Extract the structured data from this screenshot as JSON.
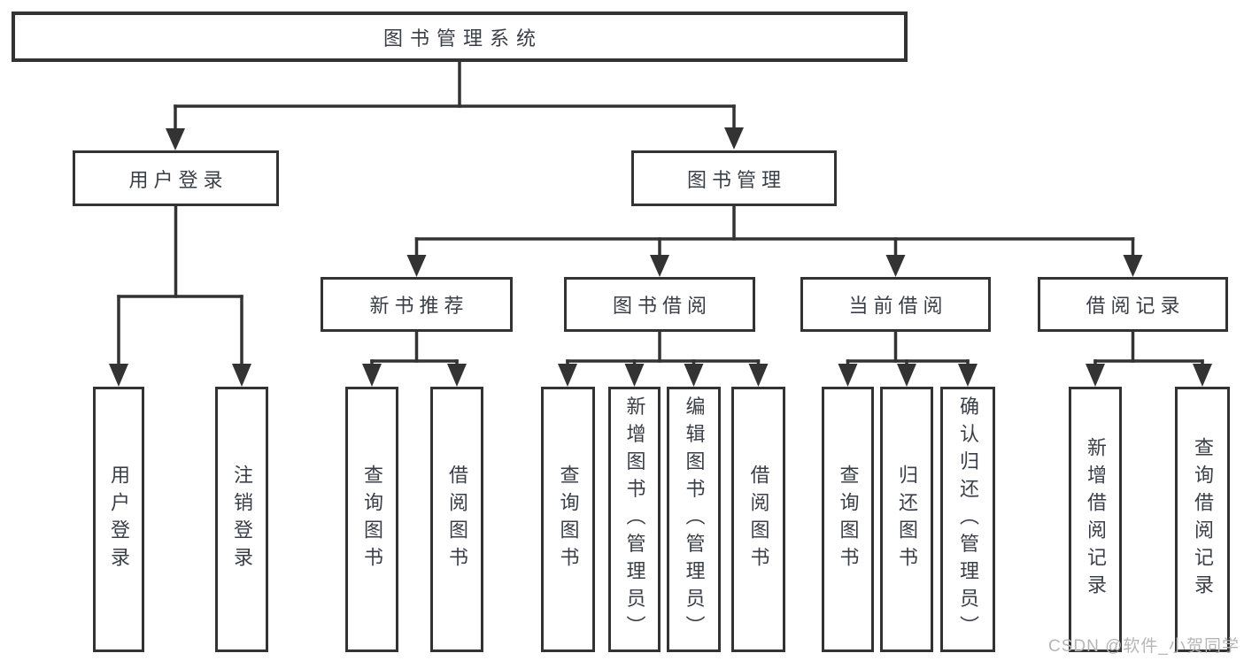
{
  "diagram": {
    "watermark": "CSDN @软件_小贺同学",
    "colors": {
      "line": "#333333",
      "text": "#3a3f47",
      "watermark": "#b6b6b6",
      "background": "#ffffff"
    },
    "tree": {
      "label": "图书管理系统",
      "children": [
        {
          "label": "用户登录",
          "children": [
            {
              "label": "用户登录"
            },
            {
              "label": "注销登录"
            }
          ]
        },
        {
          "label": "图书管理",
          "children": [
            {
              "label": "新书推荐",
              "children": [
                {
                  "label": "查询图书"
                },
                {
                  "label": "借阅图书"
                }
              ]
            },
            {
              "label": "图书借阅",
              "children": [
                {
                  "label": "查询图书"
                },
                {
                  "label": "新增图书（管理员）"
                },
                {
                  "label": "编辑图书（管理员）"
                },
                {
                  "label": "借阅图书"
                }
              ]
            },
            {
              "label": "当前借阅",
              "children": [
                {
                  "label": "查询图书"
                },
                {
                  "label": "归还图书"
                },
                {
                  "label": "确认归还（管理员）"
                }
              ]
            },
            {
              "label": "借阅记录",
              "children": [
                {
                  "label": "新增借阅记录"
                },
                {
                  "label": "查询借阅记录"
                }
              ]
            }
          ]
        }
      ]
    }
  }
}
